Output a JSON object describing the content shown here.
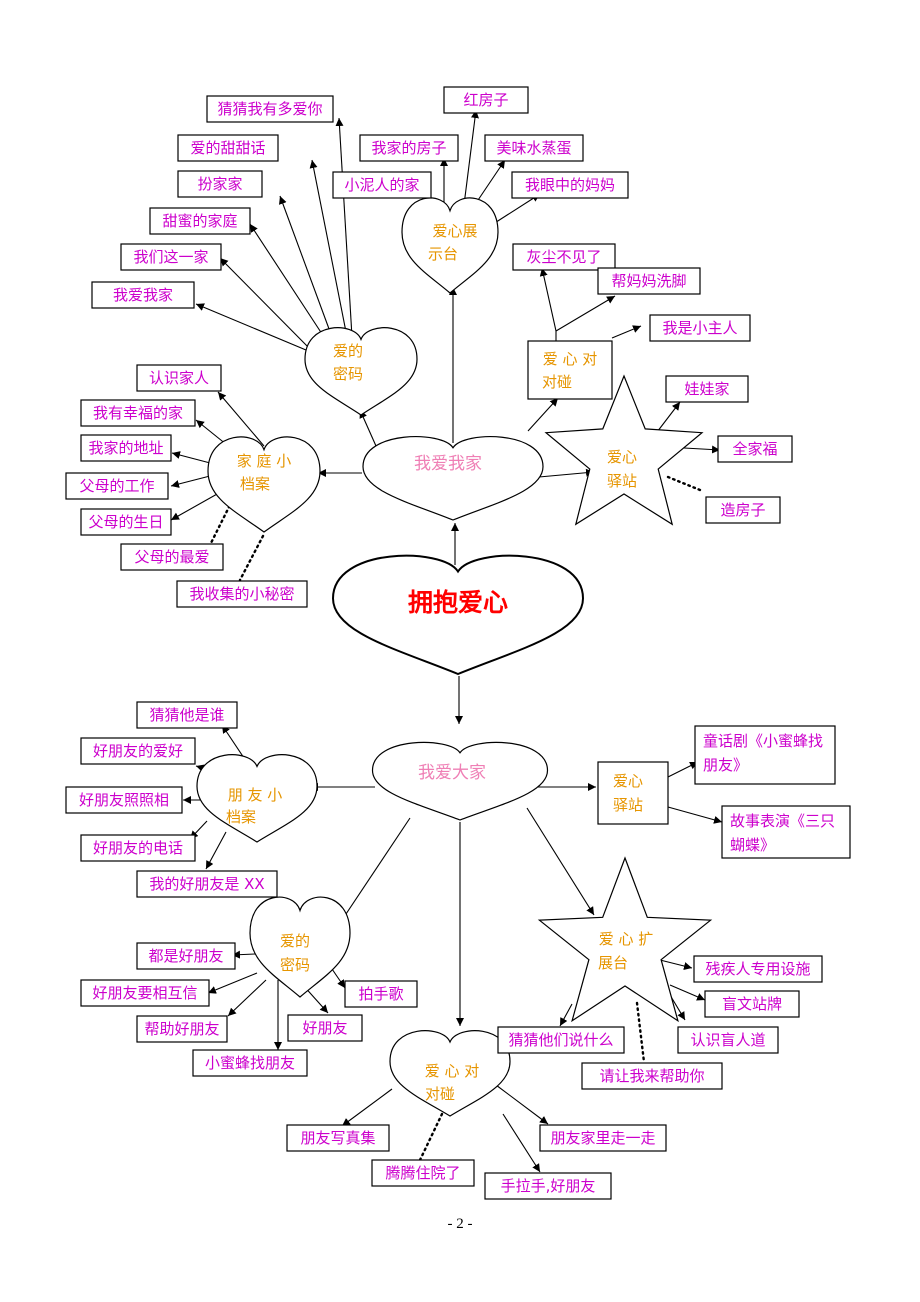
{
  "center": "拥抱爱心",
  "branches": {
    "home": {
      "title": "我爱我家",
      "mima": {
        "label_lines": [
          "爱的",
          "密码"
        ],
        "items": [
          "猜猜我有多爱你",
          "爱的甜甜话",
          "扮家家",
          "甜蜜的家庭",
          "我们这一家",
          "我爱我家"
        ]
      },
      "zhanshi": {
        "label_lines": [
          "爱心展",
          "示台"
        ],
        "items": [
          "红房子",
          "我家的房子",
          "美味水蒸蛋",
          "小泥人的家",
          "我眼中的妈妈"
        ]
      },
      "duipeng": {
        "label_lines": [
          "爱 心 对",
          "对碰"
        ],
        "items": [
          "灰尘不见了",
          "帮妈妈洗脚",
          "我是小主人"
        ]
      },
      "dangan": {
        "label_lines": [
          "家 庭 小",
          "档案"
        ],
        "items": [
          "认识家人",
          "我有幸福的家",
          "我家的地址",
          "父母的工作",
          "父母的生日",
          "父母的最爱",
          "我收集的小秘密"
        ]
      },
      "yizhan": {
        "label_lines": [
          "爱心",
          "驿站"
        ],
        "items": [
          "娃娃家",
          "全家福",
          "造房子"
        ]
      }
    },
    "everyone": {
      "title": "我爱大家",
      "dangan": {
        "label_lines": [
          "朋 友 小",
          "档案"
        ],
        "items": [
          "猜猜他是谁",
          "好朋友的爱好",
          "好朋友照照相",
          "好朋友的电话",
          "我的好朋友是 XX"
        ]
      },
      "yizhan": {
        "label_lines": [
          "爱心",
          "驿站"
        ],
        "items": [
          [
            "童话剧《小蜜蜂找",
            "朋友》"
          ],
          [
            "故事表演《三只",
            "蝴蝶》"
          ]
        ]
      },
      "mima": {
        "label_lines": [
          "爱的",
          "密码"
        ],
        "items": [
          "都是好朋友",
          "好朋友要相互信",
          "帮助好朋友",
          "小蜜蜂找朋友",
          "好朋友",
          "拍手歌"
        ]
      },
      "kuozhan": {
        "label_lines": [
          "爱 心 扩",
          "展台"
        ],
        "items": [
          "残疾人专用设施",
          "盲文站牌",
          "认识盲人道",
          "猜猜他们说什么",
          "请让我来帮助你"
        ]
      },
      "duipeng": {
        "label_lines": [
          "爱 心 对",
          "对碰"
        ],
        "items": [
          "朋友写真集",
          "朋友家里走一走",
          "腾腾住院了",
          "手拉手,好朋友"
        ]
      }
    }
  },
  "page_number": "- 2 -",
  "colors": {
    "item_text": "#cc00cc",
    "node_label": "#e69500",
    "branch_title": "#ef7fb5",
    "center_text": "#ff0000"
  }
}
